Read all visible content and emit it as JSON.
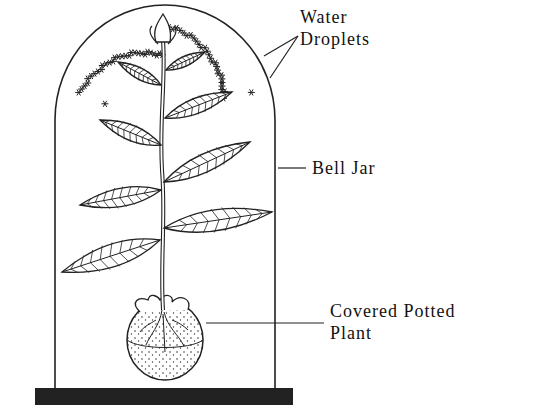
{
  "diagram": {
    "labels": [
      "Water Droplets",
      "Bell Jar",
      "Covered Potted Plant"
    ]
  }
}
